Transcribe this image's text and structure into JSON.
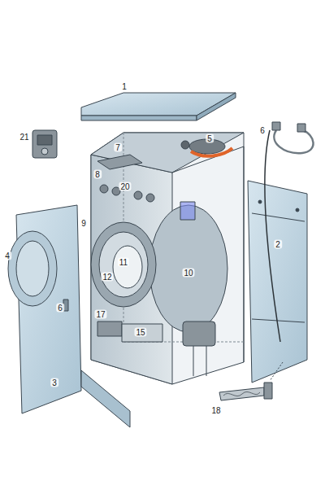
{
  "diagram": {
    "labels": [
      "1",
      "21",
      "6",
      "5",
      "7",
      "8",
      "20",
      "2",
      "4",
      "9",
      "11",
      "12",
      "10",
      "3",
      "17",
      "15",
      "6",
      "18"
    ]
  }
}
